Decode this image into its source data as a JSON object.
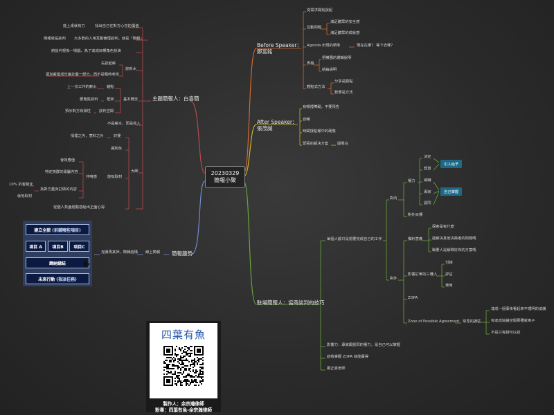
{
  "root": {
    "line1": "20230329",
    "line2": "簡報小聚"
  },
  "left": {
    "branch1": {
      "title": "主題簡報人：白喜簡",
      "items": [
        {
          "a": "能上桌就有力",
          "b": "找出自己在對方心中的價值"
        },
        {
          "a": "簡報就是談判",
          "b": "大多數的人用互動審理談判，就是『簡報』"
        },
        {
          "a": "",
          "b": "將談判視為一場戲，為了達成目標角色扮演"
        },
        {
          "label": "談新水",
          "subs": [
            "先談起薪",
            "把加薪當成年度計畫一部分，而不是臨時考核"
          ]
        },
        {
          "label": "基本概念",
          "subs": [
            {
              "a": "上一份工作的薪水",
              "b": "錨點"
            },
            {
              "a": "要蒐集資料",
              "b": "框架"
            },
            {
              "a": "預示對方有彈性",
              "b": "談判空間"
            }
          ]
        },
        {
          "b": "不是薪水，而是收入"
        },
        {
          "label": "大師",
          "subs": [
            {
              "a": "情理之內，意料之外",
              "b": "好梗"
            },
            {
              "b": "識別色"
            },
            {
              "label": "共鳴感",
              "b": "能吸取材",
              "subs": [
                "會效應值",
                "特定族群的專屬內容",
                {
                  "a": "10% 的客製化",
                  "b": "為對方量身訂做的內容"
                },
                "就地取材"
              ]
            },
            {
              "b": "從個人負面經驗感給出正面心得"
            }
          ]
        }
      ]
    },
    "branch2": {
      "title": "簡報趨勢",
      "sub": "線上簡報",
      "item": "克服再其神，簡報結構"
    },
    "panel": {
      "top": "建立全貌",
      "top_hl": "(前鋪哪些項目)",
      "a": "項目 A",
      "b": "項目B",
      "c": "項目C",
      "mid": "歸納總結",
      "bottom": "未來行動",
      "bottom_hl": "(指派任務)"
    },
    "card": {
      "logo": "四葉有魚",
      "credit1": "製作人：余宗瀚律師",
      "credit2": "粉專：四葉有魚-余宗瀚律師"
    }
  },
  "right": {
    "before": {
      "title": "Before Speaker：",
      "name": "鄭富銘",
      "items": [
        {
          "b": "從需求開始說起"
        },
        {
          "label": "互動問題",
          "subs": [
            "滿足聽眾的安全感",
            "滿足聽眾的成就感"
          ]
        },
        {
          "a": "Agenda 出現的頻率",
          "b": "現在在哪？ 等下去哪？"
        },
        {
          "label": "表格",
          "subs": [
            "把橫圖的邏輯說明",
            "結論說明"
          ]
        },
        {
          "label": "觀點式方法",
          "subs": [
            "分享是觀點",
            "數學是方法"
          ]
        }
      ]
    },
    "after": {
      "title": "After Speaker：",
      "name": "張茂誠",
      "items": [
        "有哪裡障礙，不要預告",
        "自嘲",
        "時間接點報中的硬傷",
        {
          "a": "緊張的解決方案",
          "b": "開場白"
        }
      ]
    },
    "negotiation": {
      "title": "駐場簡報人：協商談判的技巧",
      "goal": "每個人都只是想要完成自己的工作",
      "internal": {
        "label": "對內",
        "power": "權力",
        "items": [
          "決定",
          "獎賞",
          "威嚇",
          "專家",
          "認同"
        ],
        "tag1": "引人給予",
        "tag2": "自己掌握",
        "other": "對外目標"
      },
      "external": {
        "label": "對外",
        "unique": "獨利意義",
        "unique_items": [
          "探索是有什麼",
          "能解決其他決策者的問題嗎",
          "聯要人是解釋好你的方案嗎"
        ],
        "influence": "影響訂單的三種人",
        "influence_items": [
          "付錢",
          "評估",
          "使用"
        ],
        "zopa": "ZOPA",
        "zone": "Zone of Possible Agreement",
        "zone_sub": "常見的誤區",
        "zone_items": [
          "達成一個事後看起來不理明的協議",
          "有達成協議空間那種就卑子",
          "不是只有錢可以談"
        ]
      },
      "tail": [
        "影響力：專家跟認同的權力，是自己可以掌握",
        "談檢掌握 ZOPA 就能贏得",
        "鄭正豪老師"
      ]
    }
  }
}
